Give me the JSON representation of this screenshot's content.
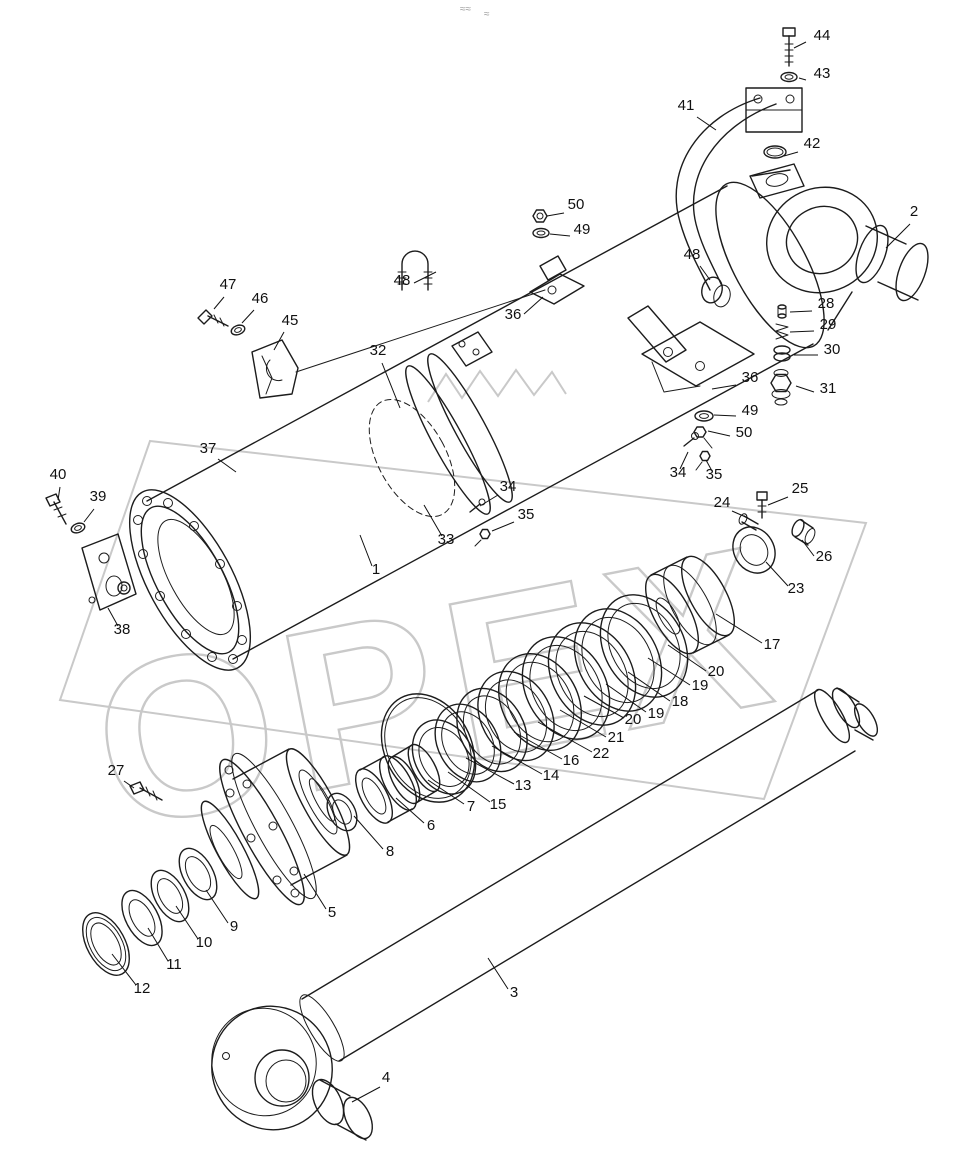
{
  "header": {
    "mark1": "≈≈",
    "mark2": "≈"
  },
  "watermark": {
    "text": "OPEX",
    "color": "#c9c9c9",
    "rotation_deg": -11
  },
  "colors": {
    "line": "#1c1c1c",
    "watermark": "#c9c9c9"
  },
  "diagram": {
    "kind": "exploded-parts-diagram",
    "callouts": [
      {
        "n": "44",
        "t": [
          822,
          40
        ],
        "l": [
          806,
          42,
          794,
          48
        ]
      },
      {
        "n": "43",
        "t": [
          822,
          78
        ],
        "l": [
          806,
          80,
          799,
          78
        ]
      },
      {
        "n": "41",
        "t": [
          686,
          110
        ],
        "l": [
          697,
          117,
          716,
          130
        ]
      },
      {
        "n": "42",
        "t": [
          812,
          148
        ],
        "l": [
          798,
          152,
          784,
          156
        ]
      },
      {
        "n": "2",
        "t": [
          914,
          216
        ],
        "l": [
          910,
          224,
          886,
          248
        ]
      },
      {
        "n": "50",
        "t": [
          576,
          209
        ],
        "l": [
          564,
          213,
          547,
          216
        ]
      },
      {
        "n": "49",
        "t": [
          582,
          234
        ],
        "l": [
          570,
          236,
          550,
          234
        ]
      },
      {
        "n": "48",
        "t": [
          402,
          285
        ],
        "l": [
          414,
          283,
          436,
          272
        ]
      },
      {
        "n": "36",
        "t": [
          513,
          319
        ],
        "l": [
          524,
          314,
          543,
          297
        ]
      },
      {
        "n": "48",
        "t": [
          692,
          259
        ],
        "l": [
          700,
          266,
          710,
          280
        ]
      },
      {
        "n": "28",
        "t": [
          826,
          308
        ],
        "l": [
          812,
          311,
          790,
          312
        ]
      },
      {
        "n": "29",
        "t": [
          828,
          329
        ],
        "l": [
          814,
          331,
          790,
          332
        ]
      },
      {
        "n": "30",
        "t": [
          832,
          354
        ],
        "l": [
          818,
          355,
          794,
          355
        ]
      },
      {
        "n": "31",
        "t": [
          828,
          393
        ],
        "l": [
          814,
          392,
          796,
          386
        ]
      },
      {
        "n": "47",
        "t": [
          228,
          289
        ],
        "l": [
          224,
          297,
          214,
          309
        ]
      },
      {
        "n": "46",
        "t": [
          260,
          303
        ],
        "l": [
          254,
          310,
          242,
          323
        ]
      },
      {
        "n": "45",
        "t": [
          290,
          325
        ],
        "l": [
          284,
          332,
          274,
          350
        ]
      },
      {
        "n": "32",
        "t": [
          378,
          355
        ],
        "l": [
          382,
          363,
          400,
          408
        ]
      },
      {
        "n": "36",
        "t": [
          750,
          382
        ],
        "l": [
          736,
          385,
          712,
          389
        ]
      },
      {
        "n": "49",
        "t": [
          750,
          415
        ],
        "l": [
          736,
          416,
          714,
          415
        ]
      },
      {
        "n": "50",
        "t": [
          744,
          437
        ],
        "l": [
          730,
          436,
          708,
          431
        ]
      },
      {
        "n": "34",
        "t": [
          678,
          477
        ],
        "l": [
          680,
          469,
          688,
          452
        ]
      },
      {
        "n": "35",
        "t": [
          714,
          479
        ],
        "l": [
          712,
          471,
          706,
          460
        ]
      },
      {
        "n": "37",
        "t": [
          208,
          453
        ],
        "l": [
          218,
          459,
          236,
          472
        ]
      },
      {
        "n": "40",
        "t": [
          58,
          479
        ],
        "l": [
          60,
          487,
          58,
          500
        ]
      },
      {
        "n": "39",
        "t": [
          98,
          501
        ],
        "l": [
          94,
          509,
          84,
          522
        ]
      },
      {
        "n": "34",
        "t": [
          508,
          491
        ],
        "l": [
          498,
          495,
          480,
          506
        ]
      },
      {
        "n": "35",
        "t": [
          526,
          519
        ],
        "l": [
          514,
          522,
          492,
          531
        ]
      },
      {
        "n": "25",
        "t": [
          800,
          493
        ],
        "l": [
          788,
          497,
          768,
          505
        ]
      },
      {
        "n": "24",
        "t": [
          722,
          507
        ],
        "l": [
          732,
          511,
          748,
          518
        ]
      },
      {
        "n": "26",
        "t": [
          824,
          561
        ],
        "l": [
          814,
          556,
          802,
          540
        ]
      },
      {
        "n": "23",
        "t": [
          796,
          593
        ],
        "l": [
          788,
          586,
          766,
          562
        ]
      },
      {
        "n": "33",
        "t": [
          446,
          544
        ],
        "l": [
          442,
          536,
          424,
          505
        ]
      },
      {
        "n": "1",
        "t": [
          376,
          574
        ],
        "l": [
          372,
          566,
          360,
          535
        ]
      },
      {
        "n": "38",
        "t": [
          122,
          634
        ],
        "l": [
          118,
          626,
          108,
          608
        ]
      },
      {
        "n": "17",
        "t": [
          772,
          649
        ],
        "l": [
          762,
          643,
          716,
          614
        ]
      },
      {
        "n": "20",
        "t": [
          716,
          676
        ],
        "l": [
          706,
          671,
          668,
          645
        ]
      },
      {
        "n": "19",
        "t": [
          700,
          690
        ],
        "l": [
          690,
          685,
          648,
          658
        ]
      },
      {
        "n": "18",
        "t": [
          680,
          706
        ],
        "l": [
          670,
          701,
          628,
          672
        ]
      },
      {
        "n": "19",
        "t": [
          656,
          718
        ],
        "l": [
          646,
          712,
          606,
          684
        ]
      },
      {
        "n": "20",
        "t": [
          633,
          724
        ],
        "l": [
          624,
          718,
          584,
          696
        ]
      },
      {
        "n": "21",
        "t": [
          616,
          742
        ],
        "l": [
          606,
          737,
          560,
          710
        ]
      },
      {
        "n": "22",
        "t": [
          601,
          758
        ],
        "l": [
          592,
          752,
          538,
          722
        ]
      },
      {
        "n": "16",
        "t": [
          571,
          765
        ],
        "l": [
          562,
          759,
          514,
          732
        ]
      },
      {
        "n": "14",
        "t": [
          551,
          780
        ],
        "l": [
          542,
          774,
          492,
          746
        ]
      },
      {
        "n": "13",
        "t": [
          523,
          790
        ],
        "l": [
          514,
          784,
          466,
          758
        ]
      },
      {
        "n": "15",
        "t": [
          498,
          809
        ],
        "l": [
          490,
          802,
          448,
          772
        ]
      },
      {
        "n": "7",
        "t": [
          471,
          811
        ],
        "l": [
          464,
          804,
          428,
          780
        ]
      },
      {
        "n": "6",
        "t": [
          431,
          830
        ],
        "l": [
          424,
          823,
          396,
          798
        ]
      },
      {
        "n": "8",
        "t": [
          390,
          856
        ],
        "l": [
          383,
          849,
          354,
          816
        ]
      },
      {
        "n": "27",
        "t": [
          116,
          775
        ],
        "l": [
          124,
          781,
          134,
          788
        ]
      },
      {
        "n": "5",
        "t": [
          332,
          917
        ],
        "l": [
          326,
          909,
          304,
          874
        ]
      },
      {
        "n": "9",
        "t": [
          234,
          931
        ],
        "l": [
          228,
          923,
          206,
          890
        ]
      },
      {
        "n": "10",
        "t": [
          204,
          947
        ],
        "l": [
          198,
          939,
          176,
          906
        ]
      },
      {
        "n": "11",
        "t": [
          174,
          969
        ],
        "l": [
          168,
          961,
          148,
          928
        ]
      },
      {
        "n": "12",
        "t": [
          142,
          993
        ],
        "l": [
          136,
          985,
          112,
          954
        ]
      },
      {
        "n": "3",
        "t": [
          514,
          997
        ],
        "l": [
          508,
          989,
          488,
          958
        ]
      },
      {
        "n": "4",
        "t": [
          386,
          1082
        ],
        "l": [
          380,
          1087,
          352,
          1102
        ]
      }
    ]
  }
}
